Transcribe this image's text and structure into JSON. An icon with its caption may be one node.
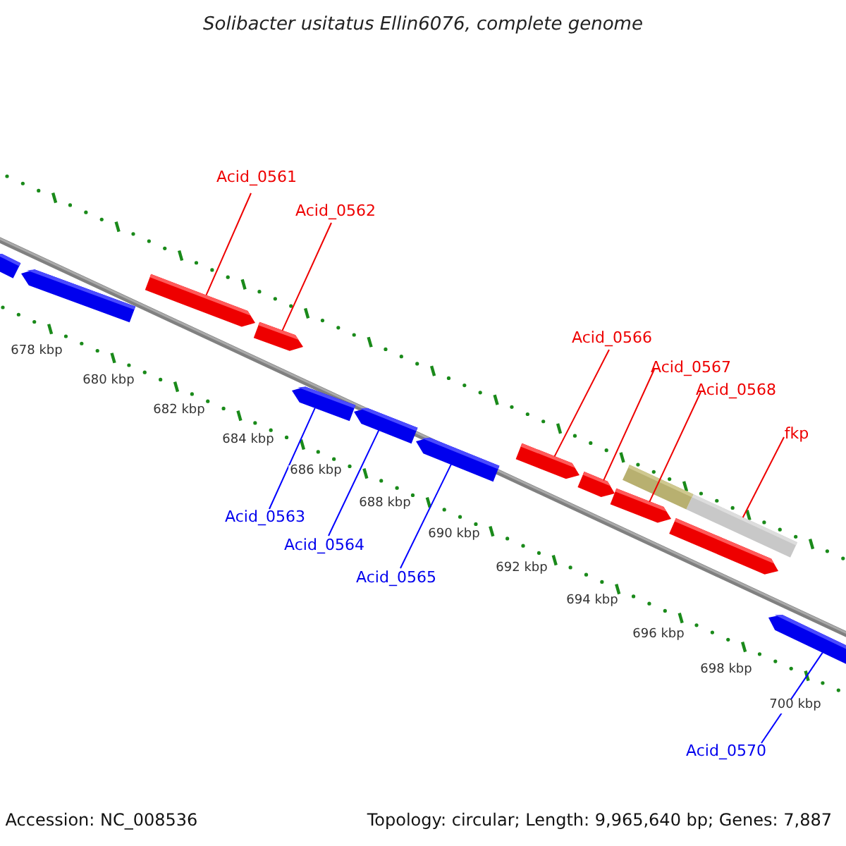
{
  "diagram": {
    "title": "Solibacter usitatus Ellin6076, complete genome",
    "nodes": [
      {
        "text": [
          "Acid_0561"
        ]
      },
      {
        "text": [
          "Acid_0562"
        ]
      },
      {
        "text": [
          "Acid_0566"
        ]
      },
      {
        "text": [
          "Acid_0567"
        ]
      },
      {
        "text": [
          "Acid_0568"
        ]
      },
      {
        "text": [
          "fkp"
        ]
      },
      {
        "text": [
          "Acid_0563"
        ]
      },
      {
        "text": [
          "Acid_0564"
        ]
      },
      {
        "text": [
          "Acid_0565"
        ]
      },
      {
        "text": [
          "Acid_0570"
        ]
      },
      {
        "text": [],
        "shape": "arrow"
      },
      {
        "text": [],
        "shape": "arrow"
      },
      {
        "text": [],
        "shape": "arrow"
      },
      {
        "text": [],
        "shape": "arrow"
      },
      {
        "text": [],
        "shape": "arrow"
      },
      {
        "text": [],
        "shape": "arrow"
      },
      {
        "text": [],
        "shape": "arrow"
      },
      {
        "text": [],
        "shape": "arrow"
      },
      {
        "text": [],
        "shape": "arrow"
      },
      {
        "text": [],
        "shape": "arrow"
      },
      {
        "text": [],
        "shape": "bar"
      },
      {
        "text": [],
        "shape": "arrow"
      },
      {
        "text": [],
        "shape": "arrow"
      }
    ],
    "edges": [
      {
        "from": 0,
        "to": 12,
        "arrow": "none"
      },
      {
        "from": 1,
        "to": 13,
        "arrow": "none"
      },
      {
        "from": 2,
        "to": 17,
        "arrow": "none"
      },
      {
        "from": 3,
        "to": 18,
        "arrow": "none"
      },
      {
        "from": 4,
        "to": 19,
        "arrow": "none"
      },
      {
        "from": 5,
        "to": 20,
        "arrow": "none"
      },
      {
        "from": 6,
        "to": 14,
        "arrow": "none",
        "color": "#0000ff"
      },
      {
        "from": 7,
        "to": 15,
        "arrow": "none",
        "color": "#0000ff"
      },
      {
        "from": 8,
        "to": 16,
        "arrow": "none",
        "color": "#0000ff"
      },
      {
        "from": 9,
        "to": 22,
        "arrow": "none",
        "color": "#0000ff"
      }
    ],
    "labels": [
      "678 kbp",
      "680 kbp",
      "682 kbp",
      "684 kbp",
      "686 kbp",
      "688 kbp",
      "690 kbp",
      "692 kbp",
      "694 kbp",
      "696 kbp",
      "698 kbp",
      "700 kbp",
      "Accession: NC_008536",
      "Topology: circular; Length: 9,965,640 bp; Genes: 7,887"
    ]
  }
}
